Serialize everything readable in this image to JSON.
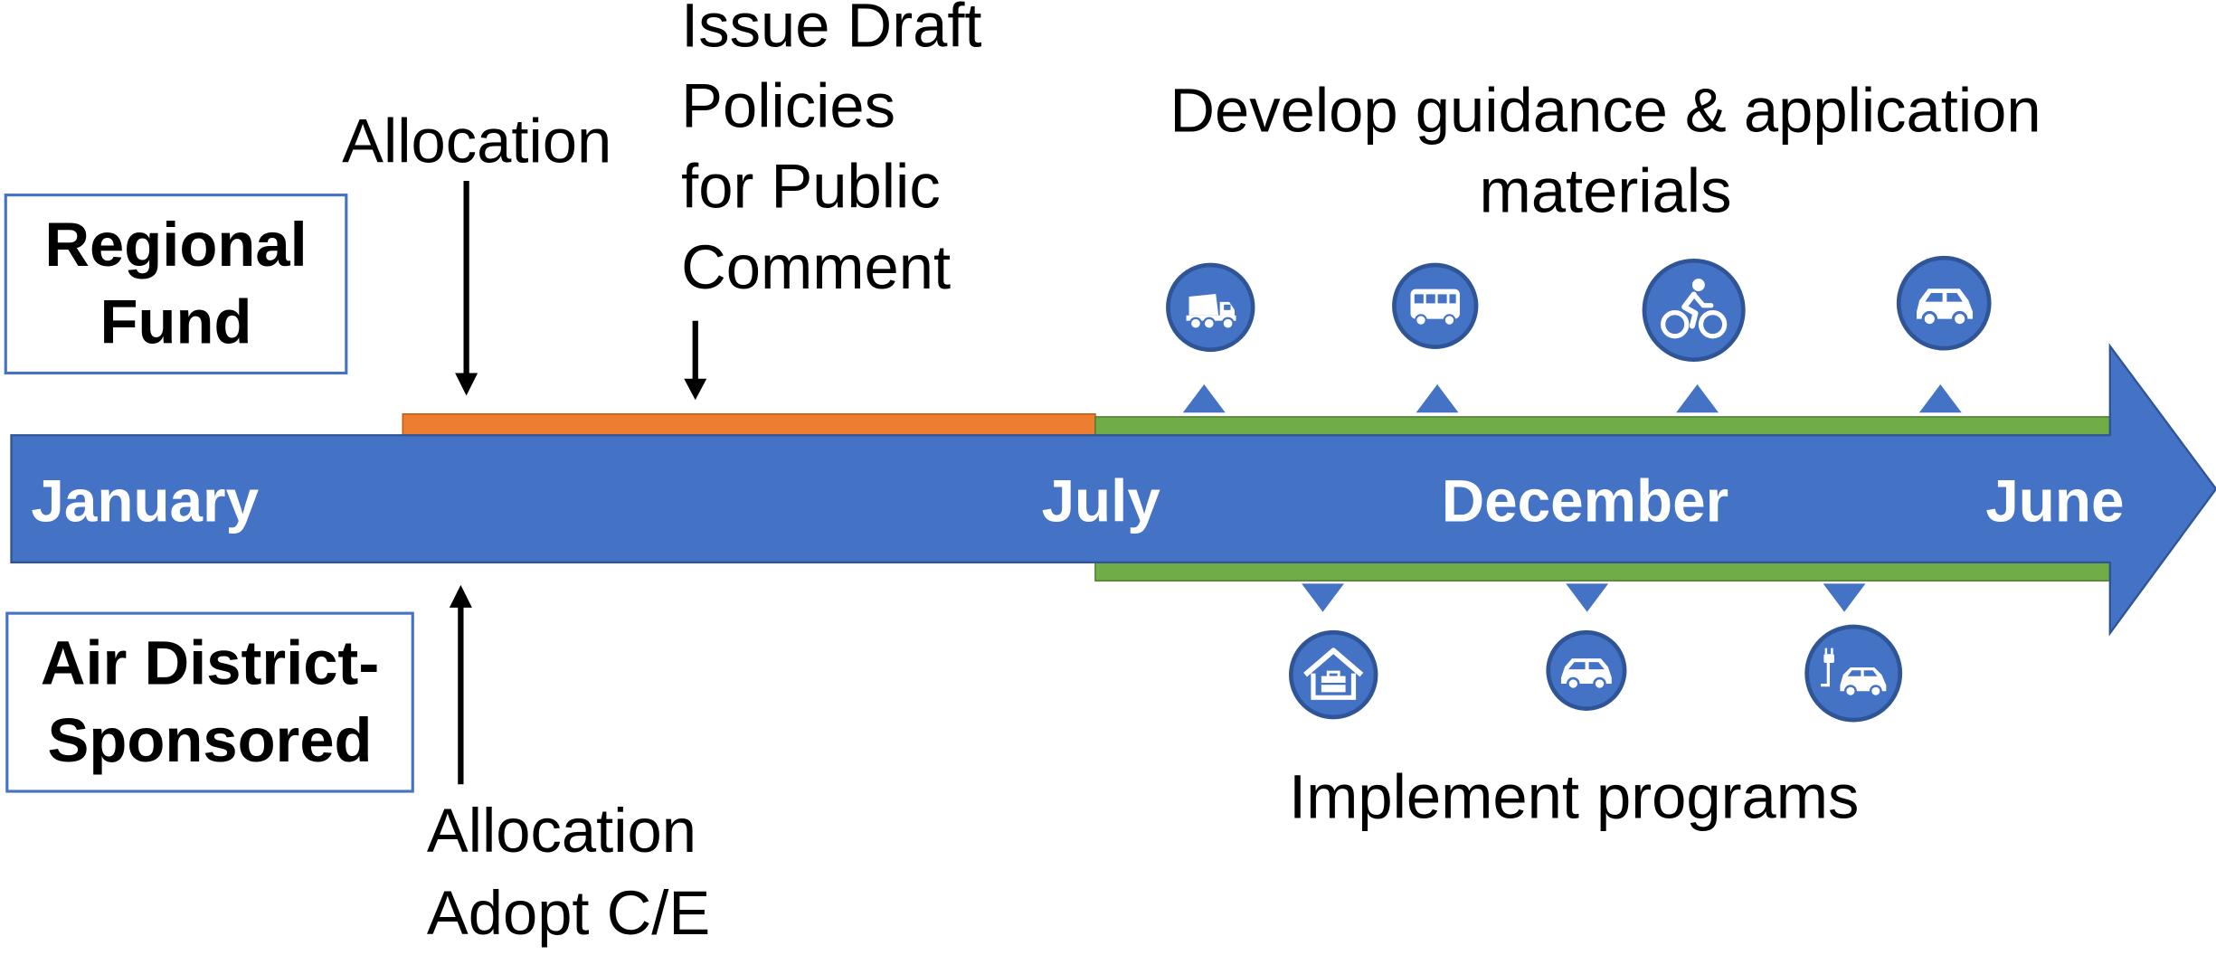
{
  "boxes": {
    "regional": "Regional\nFund",
    "air_district": "Air District-\nSponsored"
  },
  "notes": {
    "allocation_top": "Allocation",
    "issue_draft": "Issue Draft\nPolicies\nfor Public\nComment",
    "develop_guidance": "Develop guidance & application\nmaterials",
    "allocation_bottom": "Allocation\nAdopt C/E",
    "implement": "Implement programs"
  },
  "timeline": {
    "months": [
      "January",
      "July",
      "December",
      "June"
    ]
  },
  "icons": {
    "top": [
      "dump-truck-icon",
      "bus-icon",
      "cyclist-icon",
      "car-icon"
    ],
    "bottom": [
      "house-toolbox-icon",
      "car-icon",
      "electric-car-icon"
    ]
  },
  "colors": {
    "timeline_blue": "#4472c4",
    "phase_orange": "#ed7d31",
    "phase_green": "#70ad47"
  }
}
